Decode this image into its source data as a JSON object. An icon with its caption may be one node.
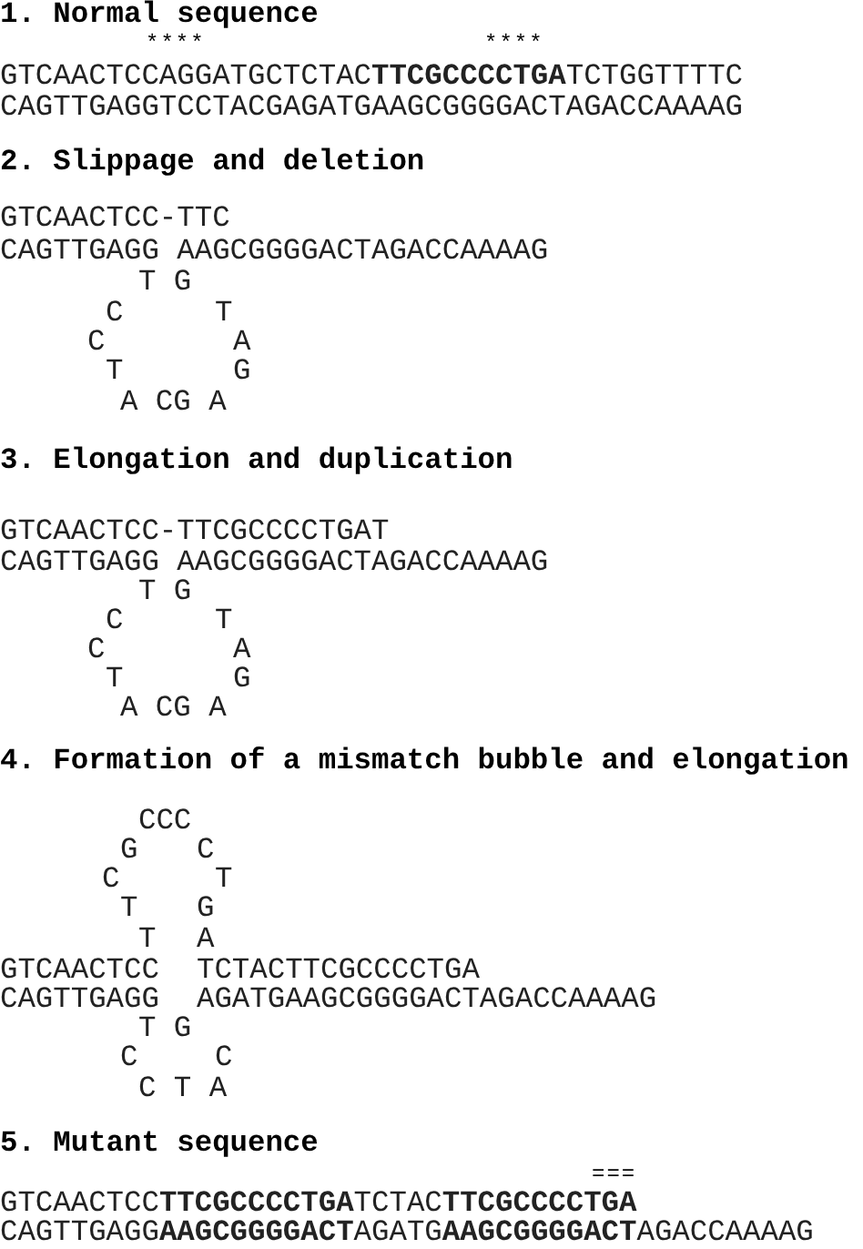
{
  "diagram": {
    "labels": [
      "1. Normal sequence",
      "****",
      "****",
      "GTCAACTCCAGGATGCTCTAC**TTCGCCCCTGA**TCTGGTTTTC",
      "CAGTTGAGGTCCTACGAGATGAAGCGGGGACTAGACCAAAAG",
      "2. Slippage and deletion",
      "GTCAACTCC-TTC",
      "CAGTTGAGG AAGCGGGGACTAGACCAAAAG",
      "T G",
      "C",
      "T",
      "C",
      "A",
      "T",
      "G",
      "A CG A",
      "3. Elongation and duplication",
      "GTCAACTCC-TTCGCCCCTGAT",
      "CAGTTGAGG AAGCGGGGACTAGACCAAAAG",
      "T G",
      "C",
      "T",
      "C",
      "A",
      "T",
      "G",
      "A CG A",
      "4. Formation of a mismatch bubble and elongation",
      "CCC",
      "G",
      "C",
      "C",
      "T",
      "T",
      "G",
      "T",
      "A",
      "GTCAACTCC",
      "TCTACTTCGCCCCTGA",
      "CAGTTGAGG",
      "AGATGAAGCGGGGACTAGACCAAAAG",
      "T G",
      "C",
      "C",
      "C T A",
      "5. Mutant sequence",
      "===",
      "GTCAACTCC**TTCGCCCCTGA**TCTAC**TTCGCCCCTGA**",
      "CAGTTGAGG**AAGCGGGGACT**AGATG**AAGCGGGGACT**AGACCAAAAG"
    ]
  }
}
